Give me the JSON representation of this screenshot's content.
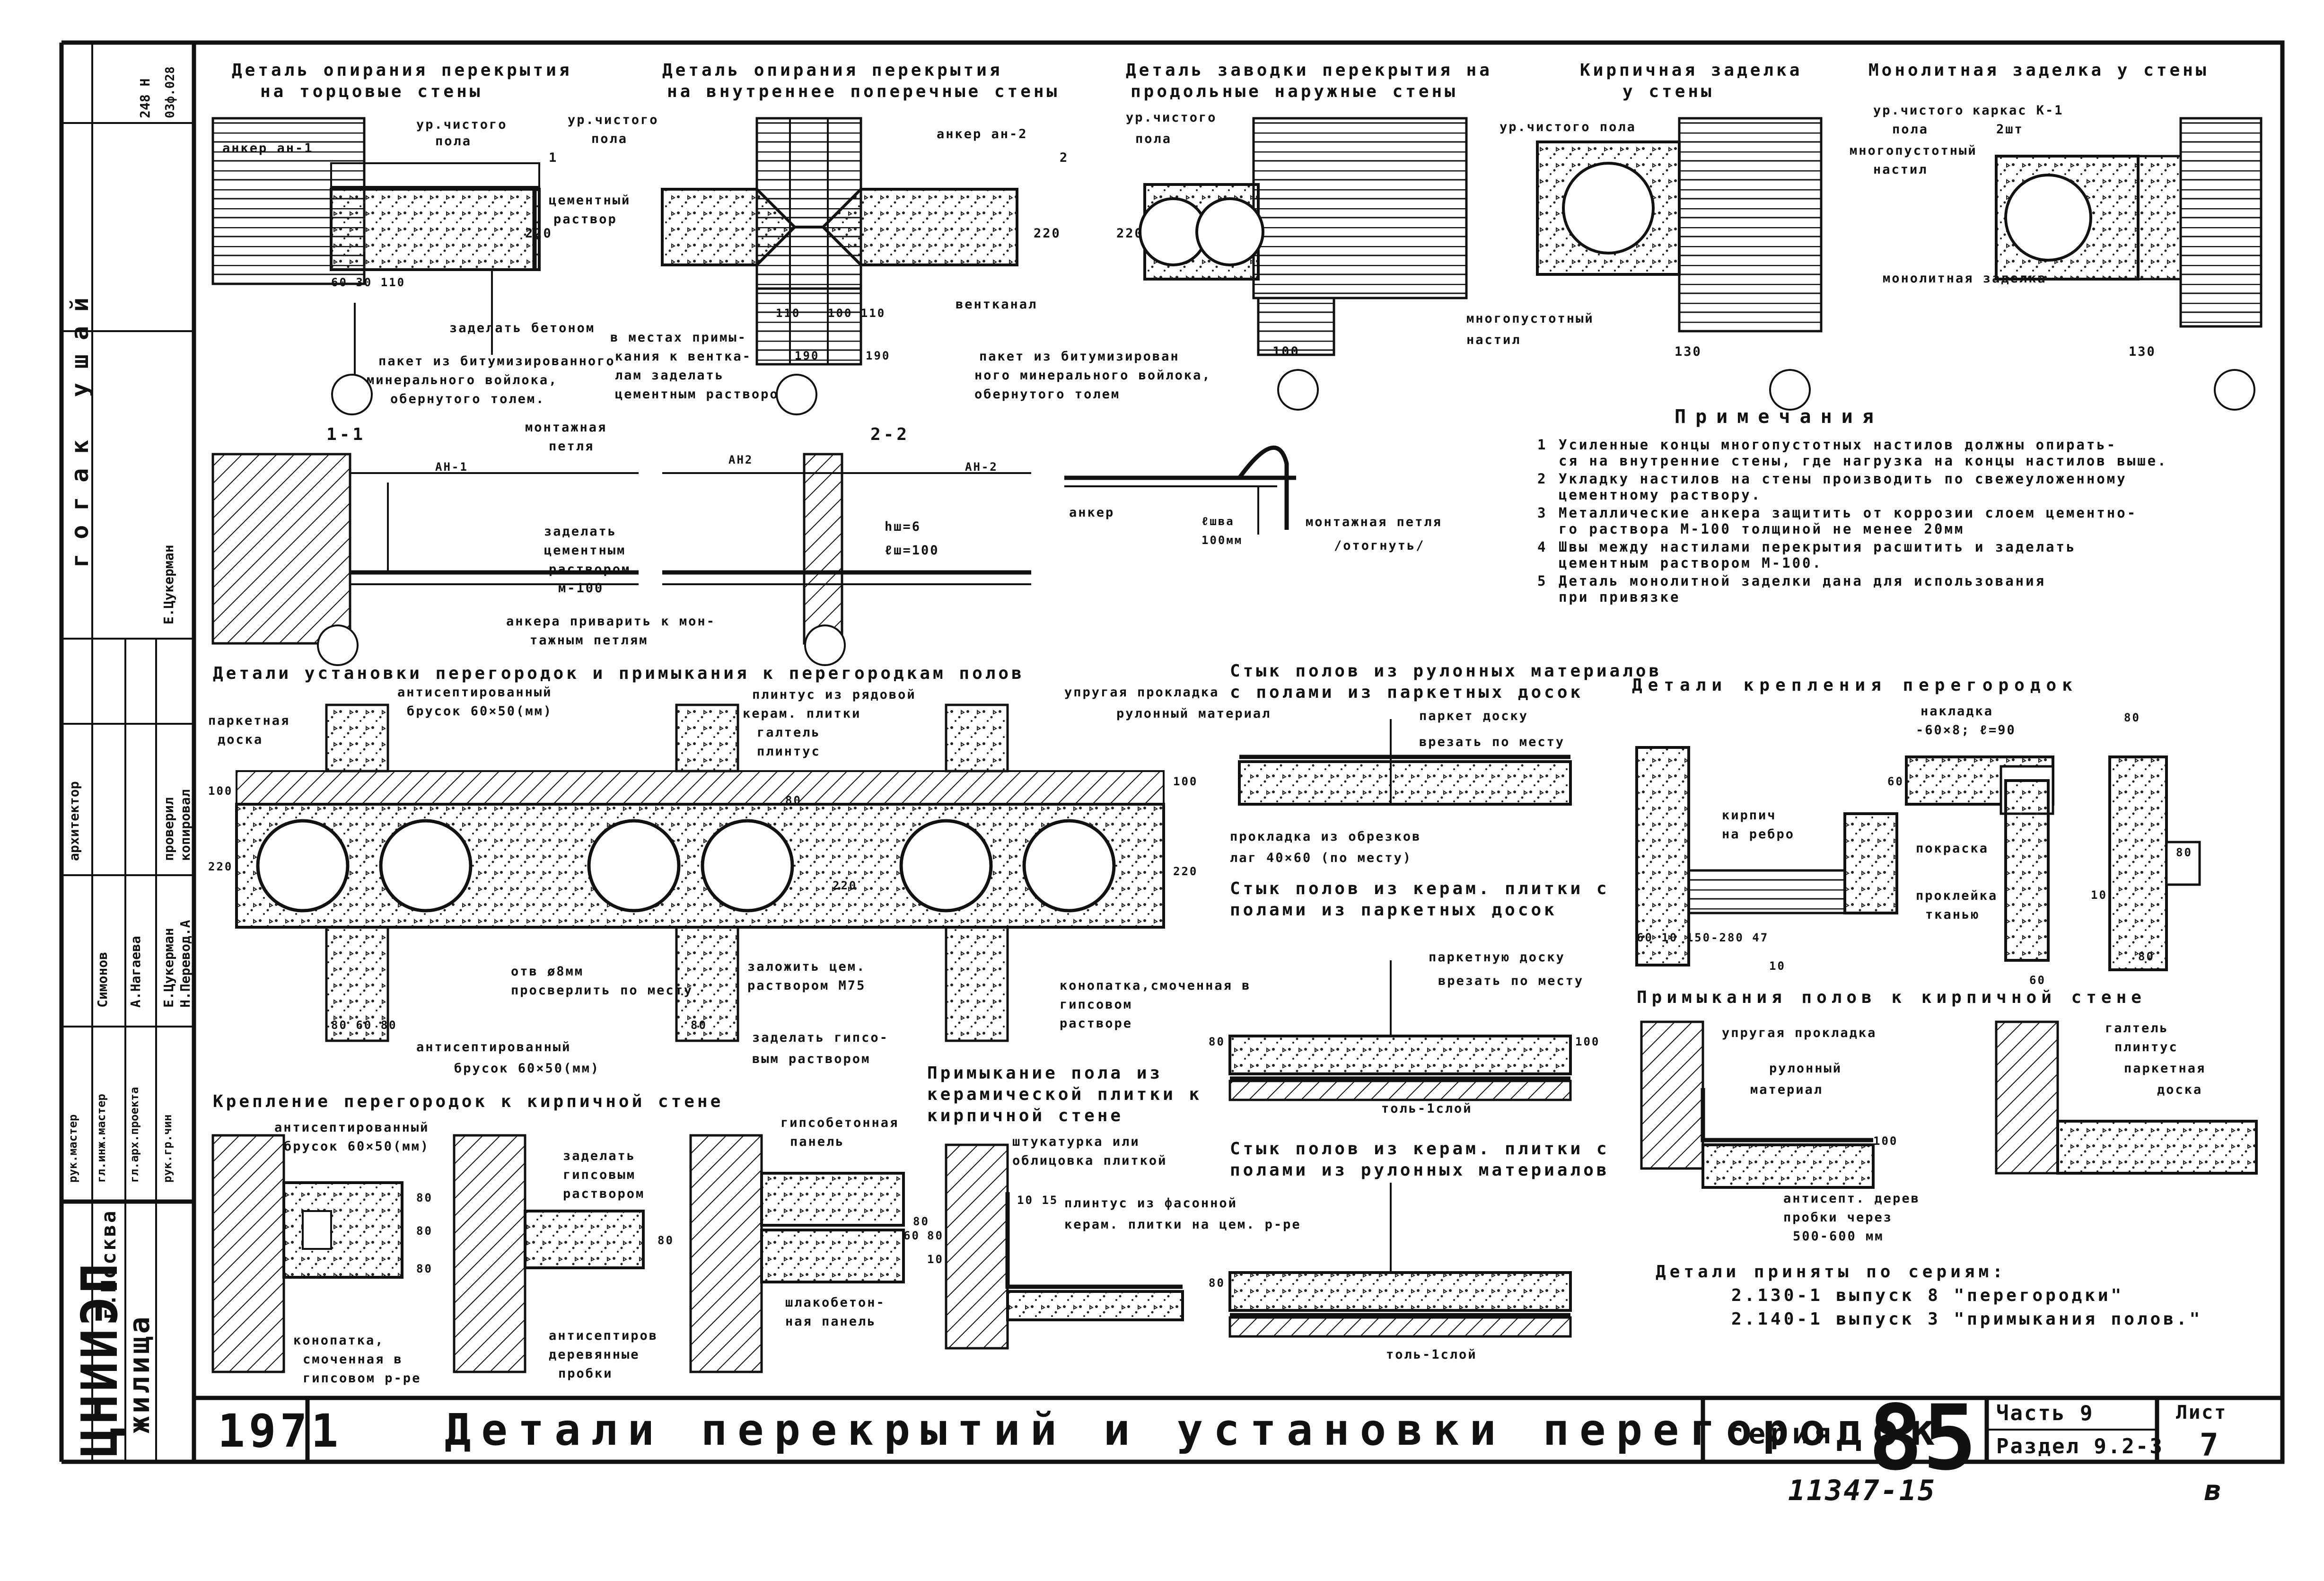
{
  "details_top": {
    "d1_title": [
      "Деталь опирания перекрытия",
      "на торцовые стены"
    ],
    "d1_labels": {
      "anchor": "анкер ан-1",
      "floor": "ур.чистого",
      "floor2": "пола",
      "num": "1",
      "mortar1": "цементный",
      "mortar2": "раствор",
      "dim220": "220",
      "dims": "60 30 110",
      "concrete": "заделать бетоном",
      "pack1": "пакет из битумизированного",
      "pack2": "минерального войлока,",
      "pack3": "обернутого толем."
    },
    "d2_title": [
      "Деталь опирания перекрытия",
      "на внутреннее поперечные стены"
    ],
    "d2_labels": {
      "floor": "ур.чистого",
      "floor2": "пола",
      "num": "2",
      "anchor": "анкер ан-2",
      "dim220": "220",
      "dims1": "110",
      "dims2": "100 110",
      "dim190a": "190",
      "dim190b": "190",
      "vent": "вентканал",
      "note1": "в местах примы-",
      "note2": "кания к вентка-",
      "note3": "лам заделать",
      "note4": "цементным раствором"
    },
    "d3_title": [
      "Деталь заводки перекрытия на",
      "продольные наружные стены"
    ],
    "d3_labels": {
      "floor": "ур.чистого",
      "floor2": "пола",
      "dim220": "220",
      "dim100": "100",
      "pack1": "пакет из битумизирован",
      "pack2": "ного минерального войлока,",
      "pack3": "обернутого толем"
    },
    "d4_title": [
      "Кирпичная заделка",
      "у стены"
    ],
    "d4_labels": {
      "floor": "ур.чистого пола",
      "slab1": "многопустотный",
      "slab2": "настил",
      "dim": "130"
    },
    "d5_title": [
      "Монолитная заделка у стены"
    ],
    "d5_labels": {
      "floor": "ур.чистого",
      "floor2": "пола",
      "frame": "каркас К-1",
      "frame2": "2шт",
      "slab1": "многопустотный",
      "slab2": "настил",
      "mono": "монолитная заделка",
      "dim": "130"
    }
  },
  "sections": {
    "s11": {
      "title": "1-1",
      "loop1": "монтажная",
      "loop2": "петля",
      "an": "АН-1",
      "mortar1": "заделать",
      "mortar2": "цементным",
      "mortar3": "раствором",
      "mortar4": "м-100",
      "weld1": "анкера приварить к мон-",
      "weld2": "тажным петлям"
    },
    "s22": {
      "title": "2-2",
      "an1": "АН2",
      "an2": "АН-2",
      "hsh": "hш=6",
      "lsh": "ℓш=100"
    },
    "anchor_detail": {
      "anchor": "анкер",
      "lsh": "ℓшва",
      "dim": "100мм",
      "loop": "монтажная петля",
      "bend": "/отогнуть/"
    }
  },
  "notes": {
    "title": "Примечания",
    "items": [
      {
        "n": "1",
        "text": [
          "Усиленные концы многопустотных настилов должны опирать-",
          "ся на внутренние стены, где нагрузка на концы настилов выше."
        ]
      },
      {
        "n": "2",
        "text": [
          "Укладку настилов на стены производить по свежеуложенному",
          "цементному раствору."
        ]
      },
      {
        "n": "3",
        "text": [
          "Металлические анкера защитить от коррозии слоем цементно-",
          "го раствора М-100 толщиной не менее 20мм"
        ]
      },
      {
        "n": "4",
        "text": [
          "Швы между настилами перекрытия расшитить и заделать",
          "цементным раствором М-100."
        ]
      },
      {
        "n": "5",
        "text": [
          "Деталь монолитной заделки дана для использования",
          "при привязке"
        ]
      }
    ]
  },
  "partitions": {
    "title": "Детали установки перегородок и примыкания к перегородкам полов",
    "labels": {
      "parquet1": "паркетная",
      "parquet2": "доска",
      "antisept1": "антисептированный",
      "antisept2": "брусок 60×50(мм)",
      "plinth1": "плинтус из рядовой",
      "plinth2": "керам. плитки",
      "galtel": "галтель",
      "plinthus": "плинтус",
      "elastic": "упругая прокладка",
      "roll": "рулонный материал",
      "d100a": "100",
      "d220a": "220",
      "d80a": "80",
      "d220b": "220",
      "d100b": "100",
      "d220c": "220",
      "hole1": "отв ø8мм",
      "hole2": "просверлить по месту",
      "d80_60_80": "80 60 80",
      "antisept3": "антисептированный",
      "antisept4": "брусок 60×50(мм)",
      "mortar1": "заложить цем.",
      "mortar2": "раствором М75",
      "d80b": "80",
      "gyps1": "заделать гипсо-",
      "gyps2": "вым раствором",
      "cau1": "конопатка,смоченная в",
      "cau2": "гипсовом",
      "cau3": "растворе"
    }
  },
  "joint_roll": {
    "title": [
      "Стык полов из рулонных материалов",
      "с полами из паркетных досок"
    ],
    "parquet": "паркет доску",
    "insert": "врезать по месту",
    "pad1": "прокладка из обрезков",
    "pad2": "лаг 40×60 (по месту)"
  },
  "joint_ceramic": {
    "title": [
      "Стык полов из керам. плитки с",
      "полами из паркетных досок"
    ],
    "parquet": "паркетную доску",
    "insert": "врезать по месту",
    "d80": "80",
    "d100": "100",
    "tol": "толь-1слой"
  },
  "abutment_ceramic": {
    "title": [
      "Примыкание пола из",
      "керамической плитки к",
      "кирпичной стене"
    ],
    "plaster1": "штукатурка или",
    "plaster2": "облицовка плиткой",
    "d1015": "10 15",
    "plinth1": "плинтус из фасонной",
    "plinth2": "керам. плитки на цем. р-ре",
    "d60": "60",
    "d80": "80",
    "d10": "10"
  },
  "joint_ceramic_roll": {
    "title": [
      "Стык полов из керам. плитки с",
      "полами из рулонных материалов"
    ],
    "d80": "80",
    "tol": "толь-1слой"
  },
  "brick_wall_fix": {
    "title": "Крепление перегородок к кирпичной стене",
    "antisept1": "антисептированный",
    "antisept2": "брусок 60×50(мм)",
    "d80a": "80",
    "d80b": "80",
    "d80c": "80",
    "cau1": "конопатка,",
    "cau2": "смоченная в",
    "cau3": "гипсовом р-ре",
    "gyps1": "заделать",
    "gyps2": "гипсовым",
    "gyps3": "раствором",
    "d80d": "80",
    "wood1": "антисептиров",
    "wood2": "деревянные",
    "wood3": "пробки",
    "panel1": "гипсобетонная",
    "panel2": "панель",
    "d80e": "80",
    "slag1": "шлакобетон-",
    "slag2": "ная панель"
  },
  "partition_fix": {
    "title": "Детали крепления перегородок",
    "strip1": "накладка",
    "strip2": "-60×8; ℓ=90",
    "d80": "80",
    "brick1": "кирпич",
    "brick2": "на ребро",
    "d60a": "60",
    "paint": "покраска",
    "tape1": "проклейка",
    "tape2": "тканью",
    "dims": "60 10 150-280 47",
    "d10": "10",
    "d60b": "60",
    "d80b": "80",
    "d80c": "80",
    "d10b": "10"
  },
  "floor_brick": {
    "title": "Примыкания полов к кирпичной стене",
    "elastic": "упругая прокладка",
    "roll1": "рулонный",
    "roll2": "материал",
    "d100": "100",
    "ant1": "антисепт. дерев",
    "ant2": "пробки через",
    "ant3": "500-600 мм",
    "galtel": "галтель",
    "plinth": "плинтус",
    "parquet1": "паркетная",
    "parquet2": "доска"
  },
  "series_ref": {
    "title": "Детали приняты по сериям:",
    "line1": "2.130-1 выпуск 8 \"перегородки\"",
    "line2": "2.140-1 выпуск 3 \"примыкания полов.\""
  },
  "title_block": {
    "year": "1971",
    "title": "Детали перекрытий и установки перегородок",
    "series_label": "серия",
    "series_num": "85",
    "part": "Часть 9",
    "section": "Раздел 9.2-3",
    "sheet_label": "Лист",
    "sheet_num": "7",
    "doc_no": "11347-15",
    "letter": "в"
  },
  "left_stamp": {
    "org": "ЦНИИЭП",
    "org2": "жилища",
    "city": "г.Москва",
    "archivist": "архитектор",
    "checked": "проверил",
    "copied": "копировал",
    "names": [
      "Симонов",
      "А.Нагаева",
      "Е.Цукерман",
      "Н.Перевод.А"
    ],
    "col_labels": [
      "рук.мастер",
      "гл.инж.мастер",
      "гл.арх.проекта",
      "рук.гр.чин"
    ],
    "num1": "248 Н",
    "num2": "03ф.028",
    "scale": "Е.Цукерман",
    "vertical_text": "гогак ушай"
  }
}
